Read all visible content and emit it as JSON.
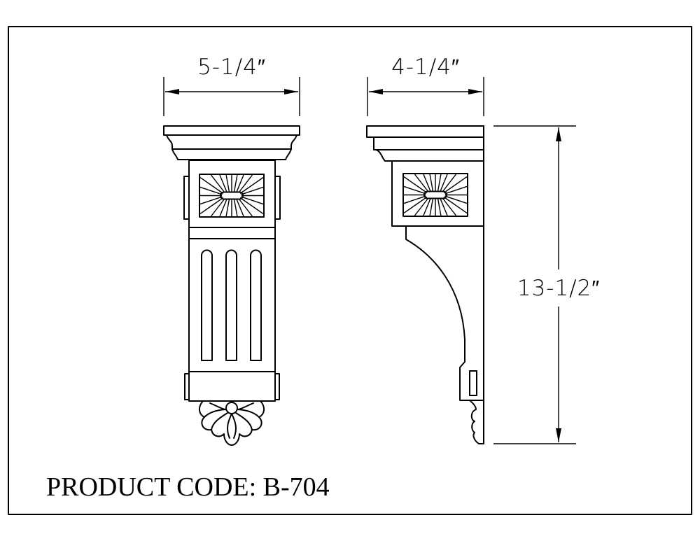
{
  "drawing": {
    "front_width_label": "5-1/4″",
    "side_depth_label": "4-1/4″",
    "height_label": "13-1/2″",
    "product_code": "PRODUCT CODE: B-704"
  },
  "colors": {
    "line": "#000000",
    "background": "#ffffff"
  }
}
